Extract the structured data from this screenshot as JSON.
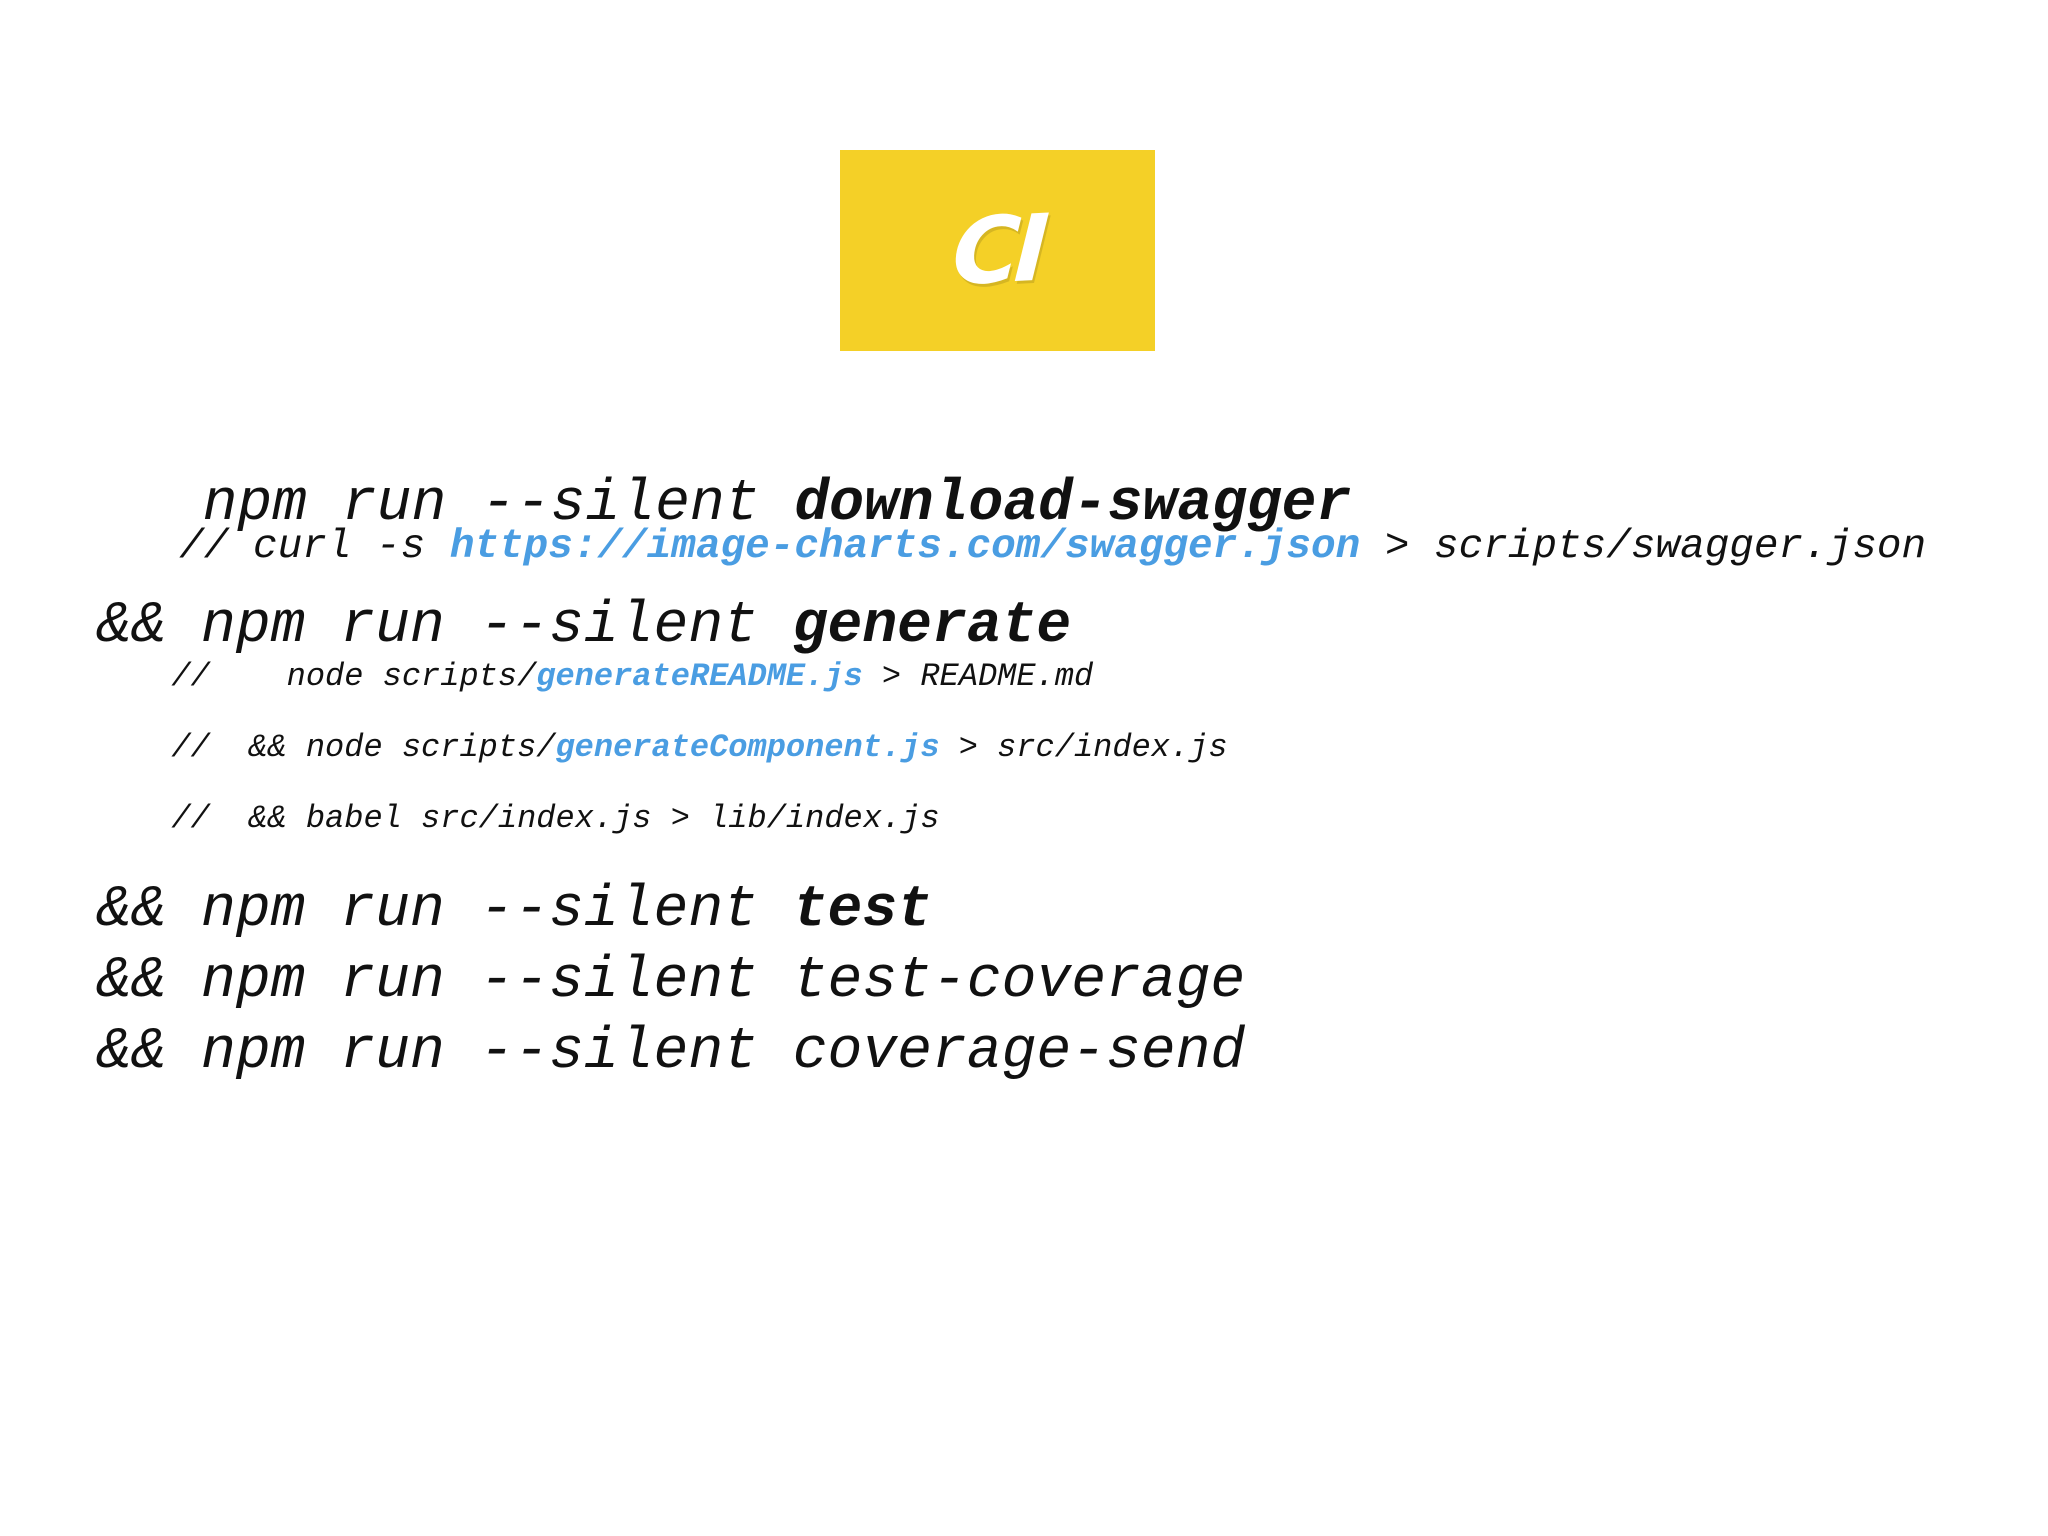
{
  "badge": {
    "label": "CI",
    "color": "#f4d027"
  },
  "accent_color": "#4a9de2",
  "lines": {
    "l1": {
      "prefix": "",
      "cmd": "npm run --silent ",
      "target": "download-swagger"
    },
    "l2": {
      "pre": "// curl -s ",
      "url": "https://image-charts.com/swagger.json",
      "post": " > scripts/swagger.json"
    },
    "l3": {
      "prefix": "&& ",
      "cmd": "npm run --silent ",
      "target": "generate"
    },
    "l4": {
      "pre": "//    node scripts/",
      "file": "generateREADME.js",
      "post": " > README.md"
    },
    "l5": {
      "pre": "//  && node scripts/",
      "file": "generateComponent.js",
      "post": " > src/index.js"
    },
    "l6": {
      "text": "//  && babel src/index.js > lib/index.js"
    },
    "l7": {
      "prefix": "&& ",
      "cmd": "npm run --silent ",
      "target": "test"
    },
    "l8": {
      "prefix": "&& ",
      "cmd": "npm run --silent ",
      "target": "test-coverage"
    },
    "l9": {
      "prefix": "&& ",
      "cmd": "npm run --silent ",
      "target": "coverage-send"
    }
  }
}
